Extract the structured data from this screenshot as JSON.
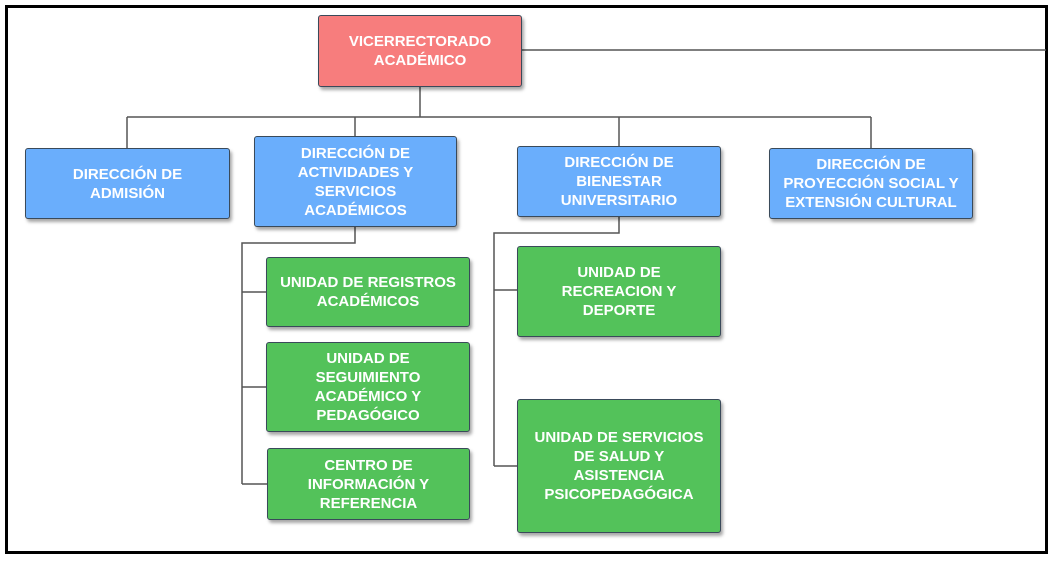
{
  "colors": {
    "root": "#f77d7d",
    "direction": "#6aaefc",
    "unit": "#53c25a",
    "connector": "#555555"
  },
  "nodes": {
    "root": {
      "label": "VICERRECTORADO\nACADÉMICO"
    },
    "dir_admision": {
      "label": "DIRECCIÓN DE\nADMISIÓN"
    },
    "dir_actividades": {
      "label": "DIRECCIÓN DE\nACTIVIDADES Y\nSERVICIOS\nACADÉMICOS"
    },
    "dir_bienestar": {
      "label": "DIRECCIÓN DE\nBIENESTAR\nUNIVERSITARIO"
    },
    "dir_proyeccion": {
      "label": "DIRECCIÓN DE\nPROYECCIÓN SOCIAL Y\nEXTENSIÓN CULTURAL"
    },
    "unit_registros": {
      "label": "UNIDAD DE REGISTROS\nACADÉMICOS"
    },
    "unit_seguimiento": {
      "label": "UNIDAD DE\nSEGUIMIENTO\nACADÉMICO Y\nPEDAGÓGICO"
    },
    "unit_centro": {
      "label": "CENTRO DE\nINFORMACIÓN Y\nREFERENCIA"
    },
    "unit_recreacion": {
      "label": "UNIDAD DE\nRECREACION Y\nDEPORTE"
    },
    "unit_salud": {
      "label": "UNIDAD DE SERVICIOS\nDE SALUD Y\nASISTENCIA\nPSICOPEDAGÓGICA"
    }
  }
}
